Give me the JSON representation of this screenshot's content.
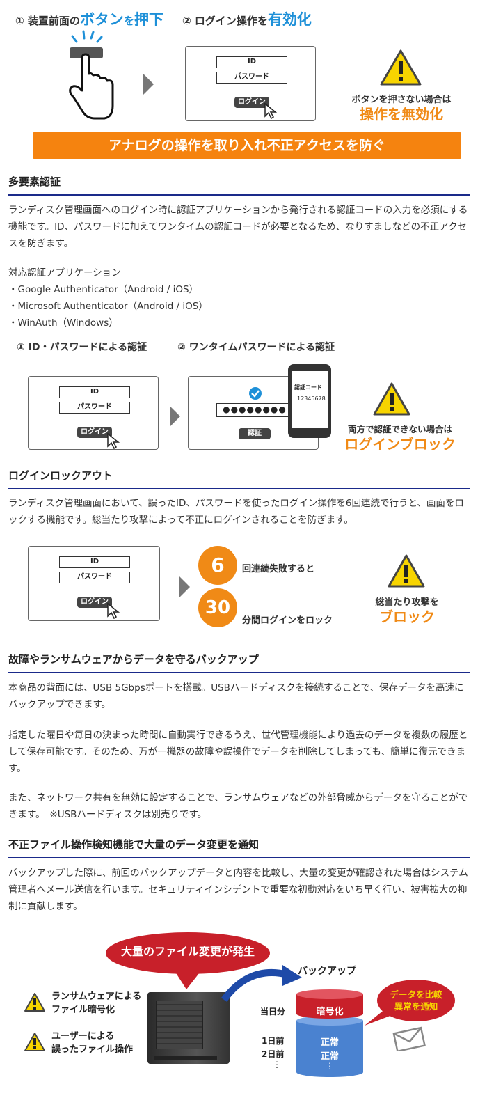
{
  "top": {
    "step1_prefix": "① 装置前面の",
    "step1_highlight1": "ボタン",
    "step1_mid": "を",
    "step1_highlight2": "押下",
    "step2_prefix": "② ログイン操作を",
    "step2_highlight": "有効化",
    "id_label": "ID",
    "password_label": "パスワード",
    "login_label": "ログイン",
    "warning_line1": "ボタンを押さない場合は",
    "warning_line2": "操作を無効化",
    "banner": "アナログの操作を取り入れ不正アクセスを防ぐ"
  },
  "mfa": {
    "heading": "多要素認証",
    "body": "ランディスク管理画面へのログイン時に認証アプリケーションから発行される認証コードの入力を必須にする機能です。ID、パスワードに加えてワンタイムの認証コードが必要となるため、なりすましなどの不正アクセスを防ぎます。",
    "apps_title": "対応認証アプリケーション",
    "apps": [
      "・Google Authenticator（Android / iOS）",
      "・Microsoft Authenticator（Android / iOS）",
      "・WinAuth（Windows）"
    ],
    "step1": "① ID・パスワードによる認証",
    "step2": "② ワンタイムパスワードによる認証",
    "id_label": "ID",
    "password_label": "パスワード",
    "login_label": "ログイン",
    "masked": "●●●●●●●●",
    "auth_button": "認証",
    "phone_title": "認証コード",
    "phone_code": "12345678",
    "warning_line1": "両方で認証できない場合は",
    "warning_line2": "ログインブロック"
  },
  "lockout": {
    "heading": "ログインロックアウト",
    "body": "ランディスク管理画面において、誤ったID、パスワードを使ったログイン操作を6回連続で行うと、画面をロックする機能です。総当たり攻撃によって不正にログインされることを防ぎます。",
    "id_label": "ID",
    "password_label": "パスワード",
    "login_label": "ログイン",
    "count1": "6",
    "count1_text": "回連続失敗すると",
    "count2": "30",
    "count2_text": "分間ログインをロック",
    "warning_line1": "総当たり攻撃を",
    "warning_line2": "ブロック"
  },
  "backup": {
    "heading": "故障やランサムウェアからデータを守るバックアップ",
    "p1": "本商品の背面には、USB 5Gbpsポートを搭載。USBハードディスクを接続することで、保存データを高速にバックアップできます。",
    "p2": "指定した曜日や毎日の決まった時間に自動実行できるうえ、世代管理機能により過去のデータを複数の履歴として保存可能です。そのため、万が一機器の故障や誤操作でデータを削除してしまっても、簡単に復元できます。",
    "p3": "また、ネットワーク共有を無効に設定することで、ランサムウェアなどの外部脅威からデータを守ることができます。　※USBハードディスクは別売りです。"
  },
  "detect": {
    "heading": "不正ファイル操作検知機能で大量のデータ変更を通知",
    "body": "バックアップした際に、前回のバックアップデータと内容を比較し、大量の変更が確認された場合はシステム管理者へメール送信を行います。セキュリティインシデントで重要な初動対応をいち早く行い、被害拡大の抑制に貢献します。",
    "bubble": "大量のファイル変更が発生",
    "warn1_line1": "ランサムウェアによる",
    "warn1_line2": "ファイル暗号化",
    "warn2_line1": "ユーザーによる",
    "warn2_line2": "誤ったファイル操作",
    "backup_label": "バックアップ",
    "today": "当日分",
    "day1": "1日前",
    "day2": "2日前",
    "dots": "⋮",
    "encrypted": "暗号化",
    "normal1": "正常",
    "normal2": "正常",
    "notify_line1": "データを比較",
    "notify_line2": "異常を通知"
  }
}
